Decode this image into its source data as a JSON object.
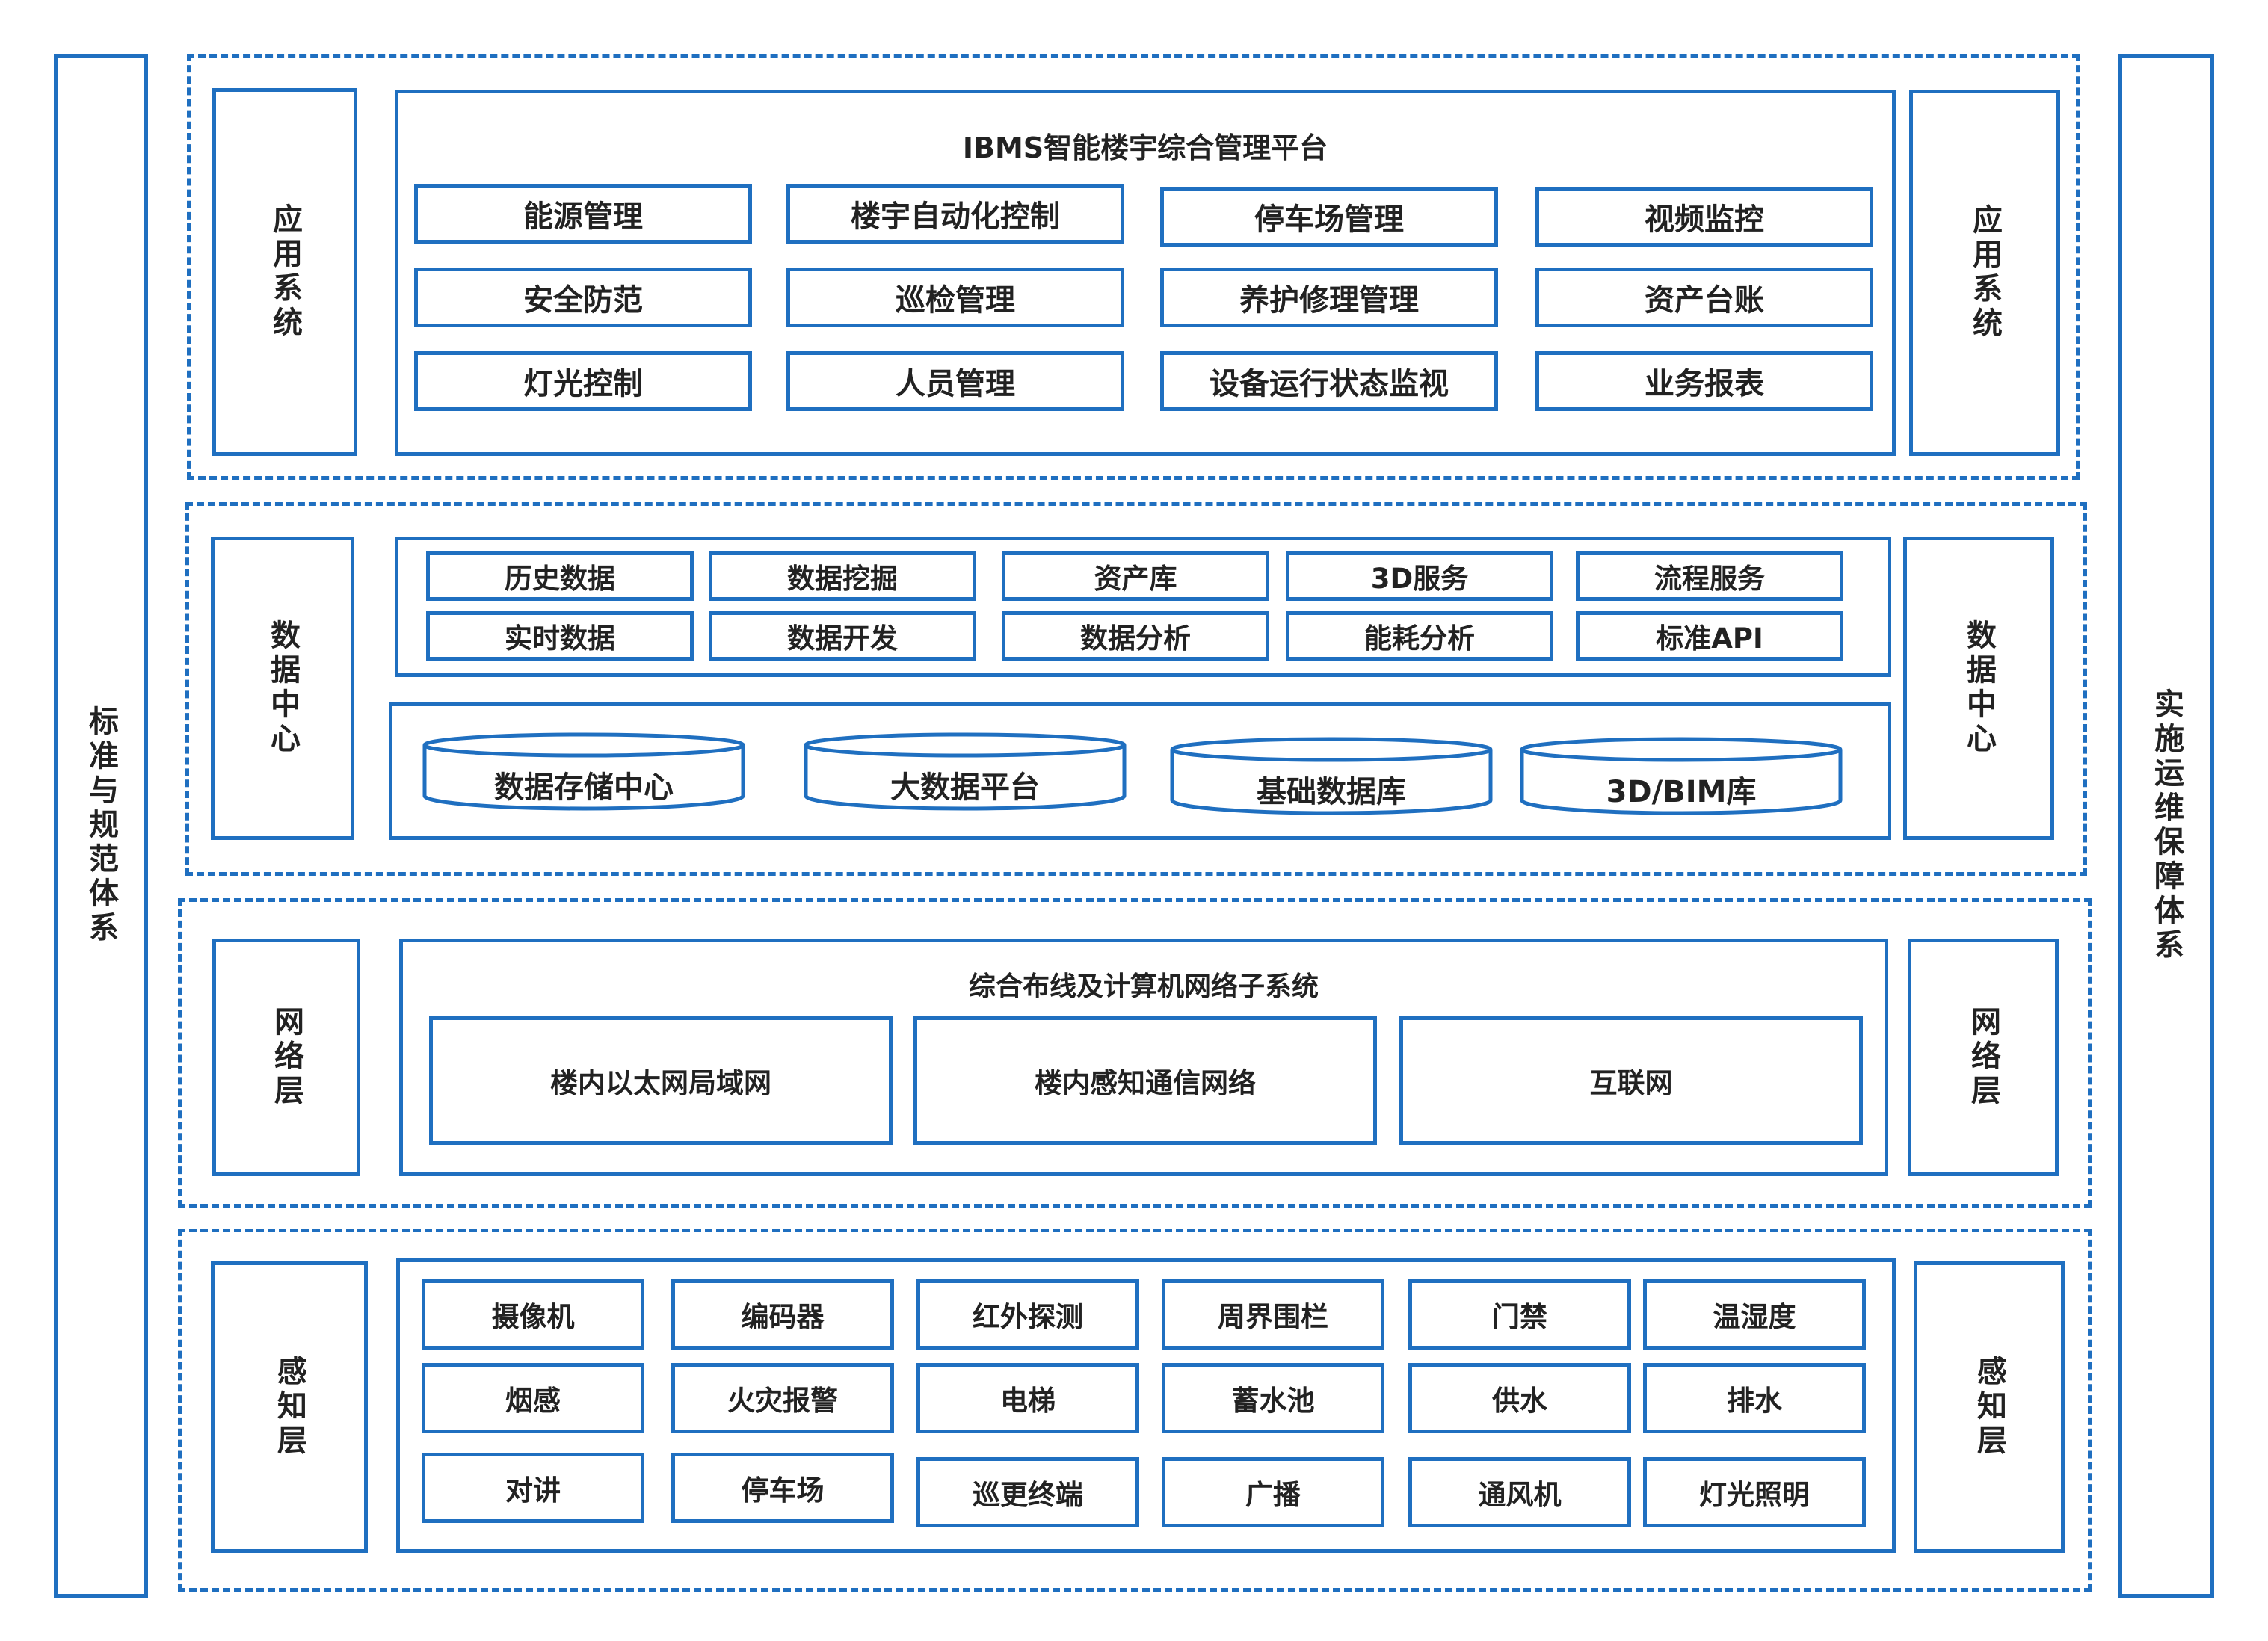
{
  "colors": {
    "border": "#1f6fc0",
    "text": "#222222",
    "background": "#ffffff"
  },
  "left_bar": "标准与规范体系",
  "right_bar": "实施运维保障体系",
  "app_layer": {
    "left_label": "应用系统",
    "right_label": "应用系统",
    "title": "IBMS智能楼宇综合管理平台",
    "items": [
      "能源管理",
      "楼宇自动化控制",
      "停车场管理",
      "视频监控",
      "安全防范",
      "巡检管理",
      "养护修理管理",
      "资产台账",
      "灯光控制",
      "人员管理",
      "设备运行状态监视",
      "业务报表"
    ]
  },
  "data_layer": {
    "left_label": "数据中心",
    "right_label": "数据中心",
    "services": [
      "历史数据",
      "数据挖掘",
      "资产库",
      "3D服务",
      "流程服务",
      "实时数据",
      "数据开发",
      "数据分析",
      "能耗分析",
      "标准API"
    ],
    "stores": [
      "数据存储中心",
      "大数据平台",
      "基础数据库",
      "3D/BIM库"
    ]
  },
  "network_layer": {
    "left_label": "网络层",
    "right_label": "网络层",
    "title": "综合布线及计算机网络子系统",
    "items": [
      "楼内以太网局域网",
      "楼内感知通信网络",
      "互联网"
    ]
  },
  "perception_layer": {
    "left_label": "感知层",
    "right_label": "感知层",
    "items": [
      "摄像机",
      "编码器",
      "红外探测",
      "周界围栏",
      "门禁",
      "温湿度",
      "烟感",
      "火灾报警",
      "电梯",
      "蓄水池",
      "供水",
      "排水",
      "对讲",
      "停车场",
      "巡更终端",
      "广播",
      "通风机",
      "灯光照明"
    ]
  }
}
